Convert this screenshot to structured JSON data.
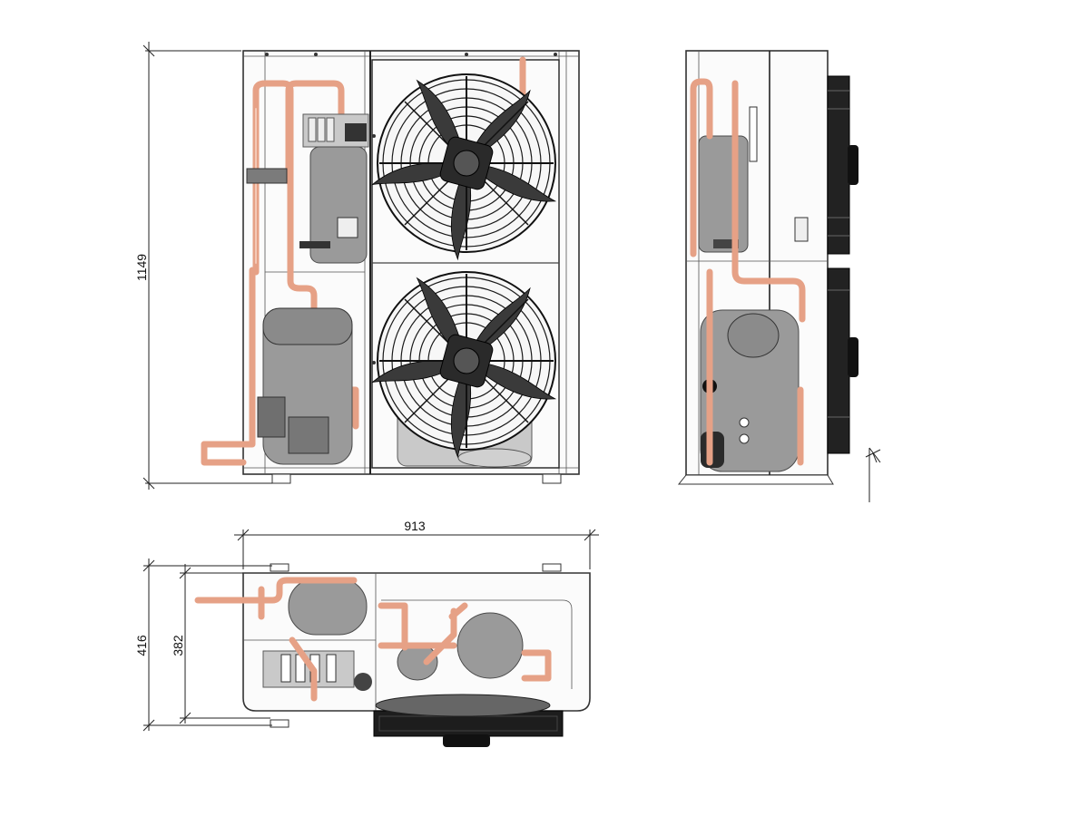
{
  "dimensions": {
    "height_label": "1149",
    "width_label": "913",
    "depth_label": "416",
    "inner_depth_label": "382"
  },
  "colors": {
    "copper_pipe": "#e6a186",
    "outline": "#333333",
    "component_grey": "#9a9a9a",
    "fan_black": "#1d1d1d"
  },
  "views": [
    "front-view",
    "side-view",
    "top-view"
  ]
}
